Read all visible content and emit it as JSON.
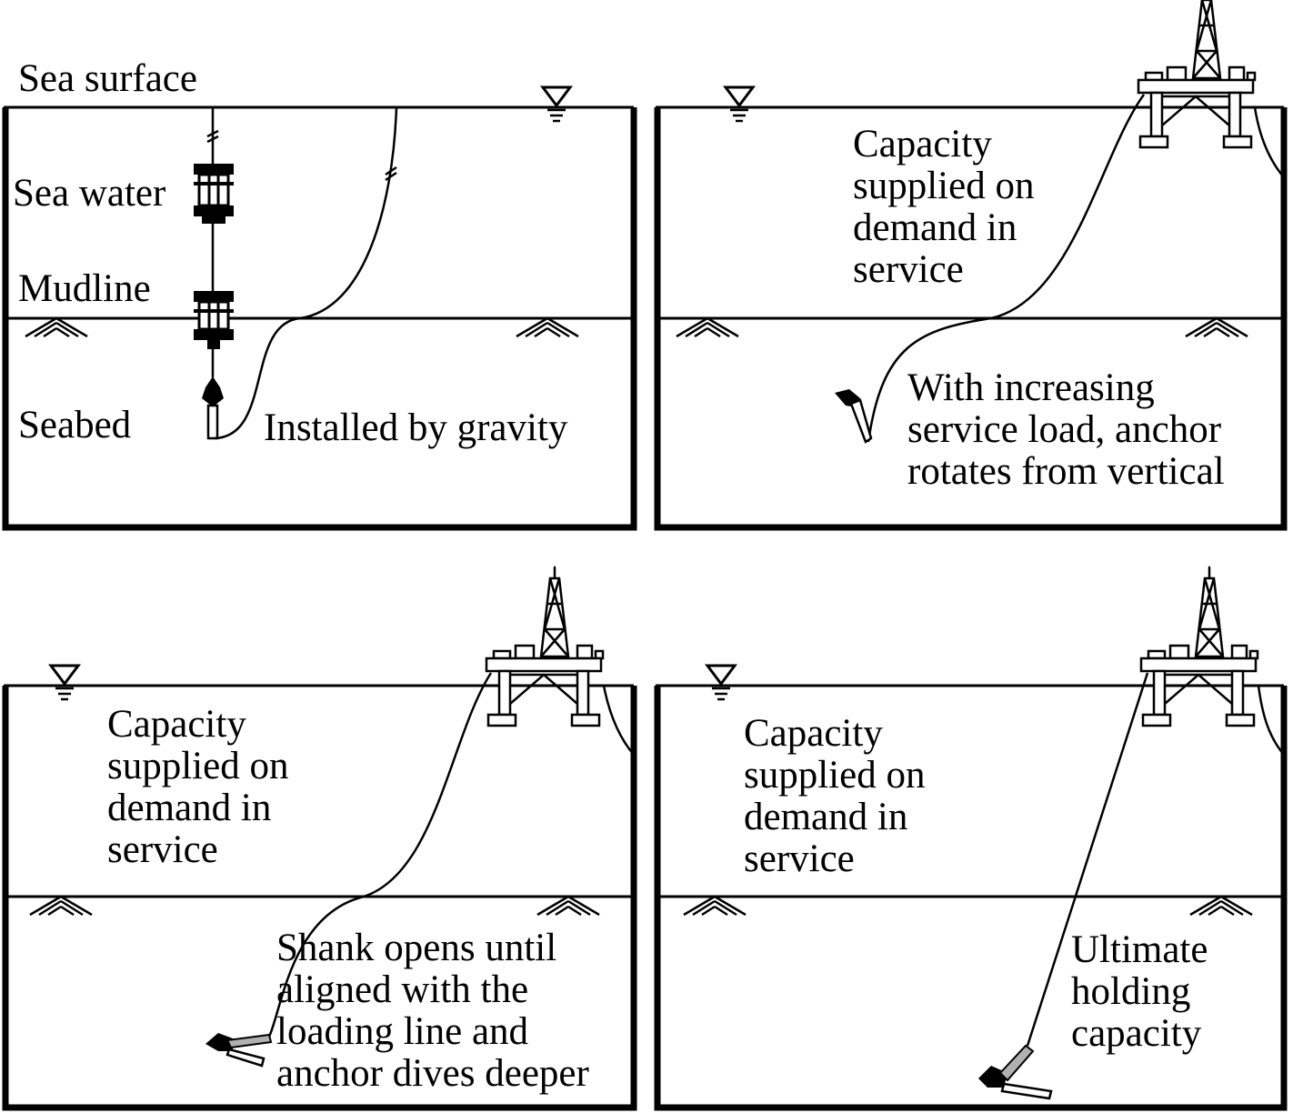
{
  "panel1": {
    "sea_surface": "Sea surface",
    "sea_water": "Sea water",
    "mudline": "Mudline",
    "seabed": "Seabed",
    "caption": "Installed by gravity"
  },
  "panel2": {
    "capacity_lines": [
      "Capacity",
      "supplied on",
      "demand in",
      "service"
    ],
    "caption_lines": [
      "With increasing",
      "service load, anchor",
      "rotates from vertical"
    ]
  },
  "panel3": {
    "capacity_lines": [
      "Capacity",
      "supplied on",
      "demand in",
      "service"
    ],
    "caption_lines": [
      "Shank opens until",
      "aligned with the",
      "loading line and",
      "anchor dives deeper"
    ]
  },
  "panel4": {
    "capacity_lines": [
      "Capacity",
      "supplied on",
      "demand in",
      "service"
    ],
    "caption_lines": [
      "Ultimate",
      "holding",
      "capacity"
    ]
  },
  "icons": [
    "water-level-icon",
    "seabed-hatch-icon",
    "platform-icon",
    "anchor-icon",
    "pile-icon"
  ],
  "colors": {
    "ink": "#000000",
    "paper": "#ffffff",
    "chain_highlight": "#b0b0b0"
  }
}
